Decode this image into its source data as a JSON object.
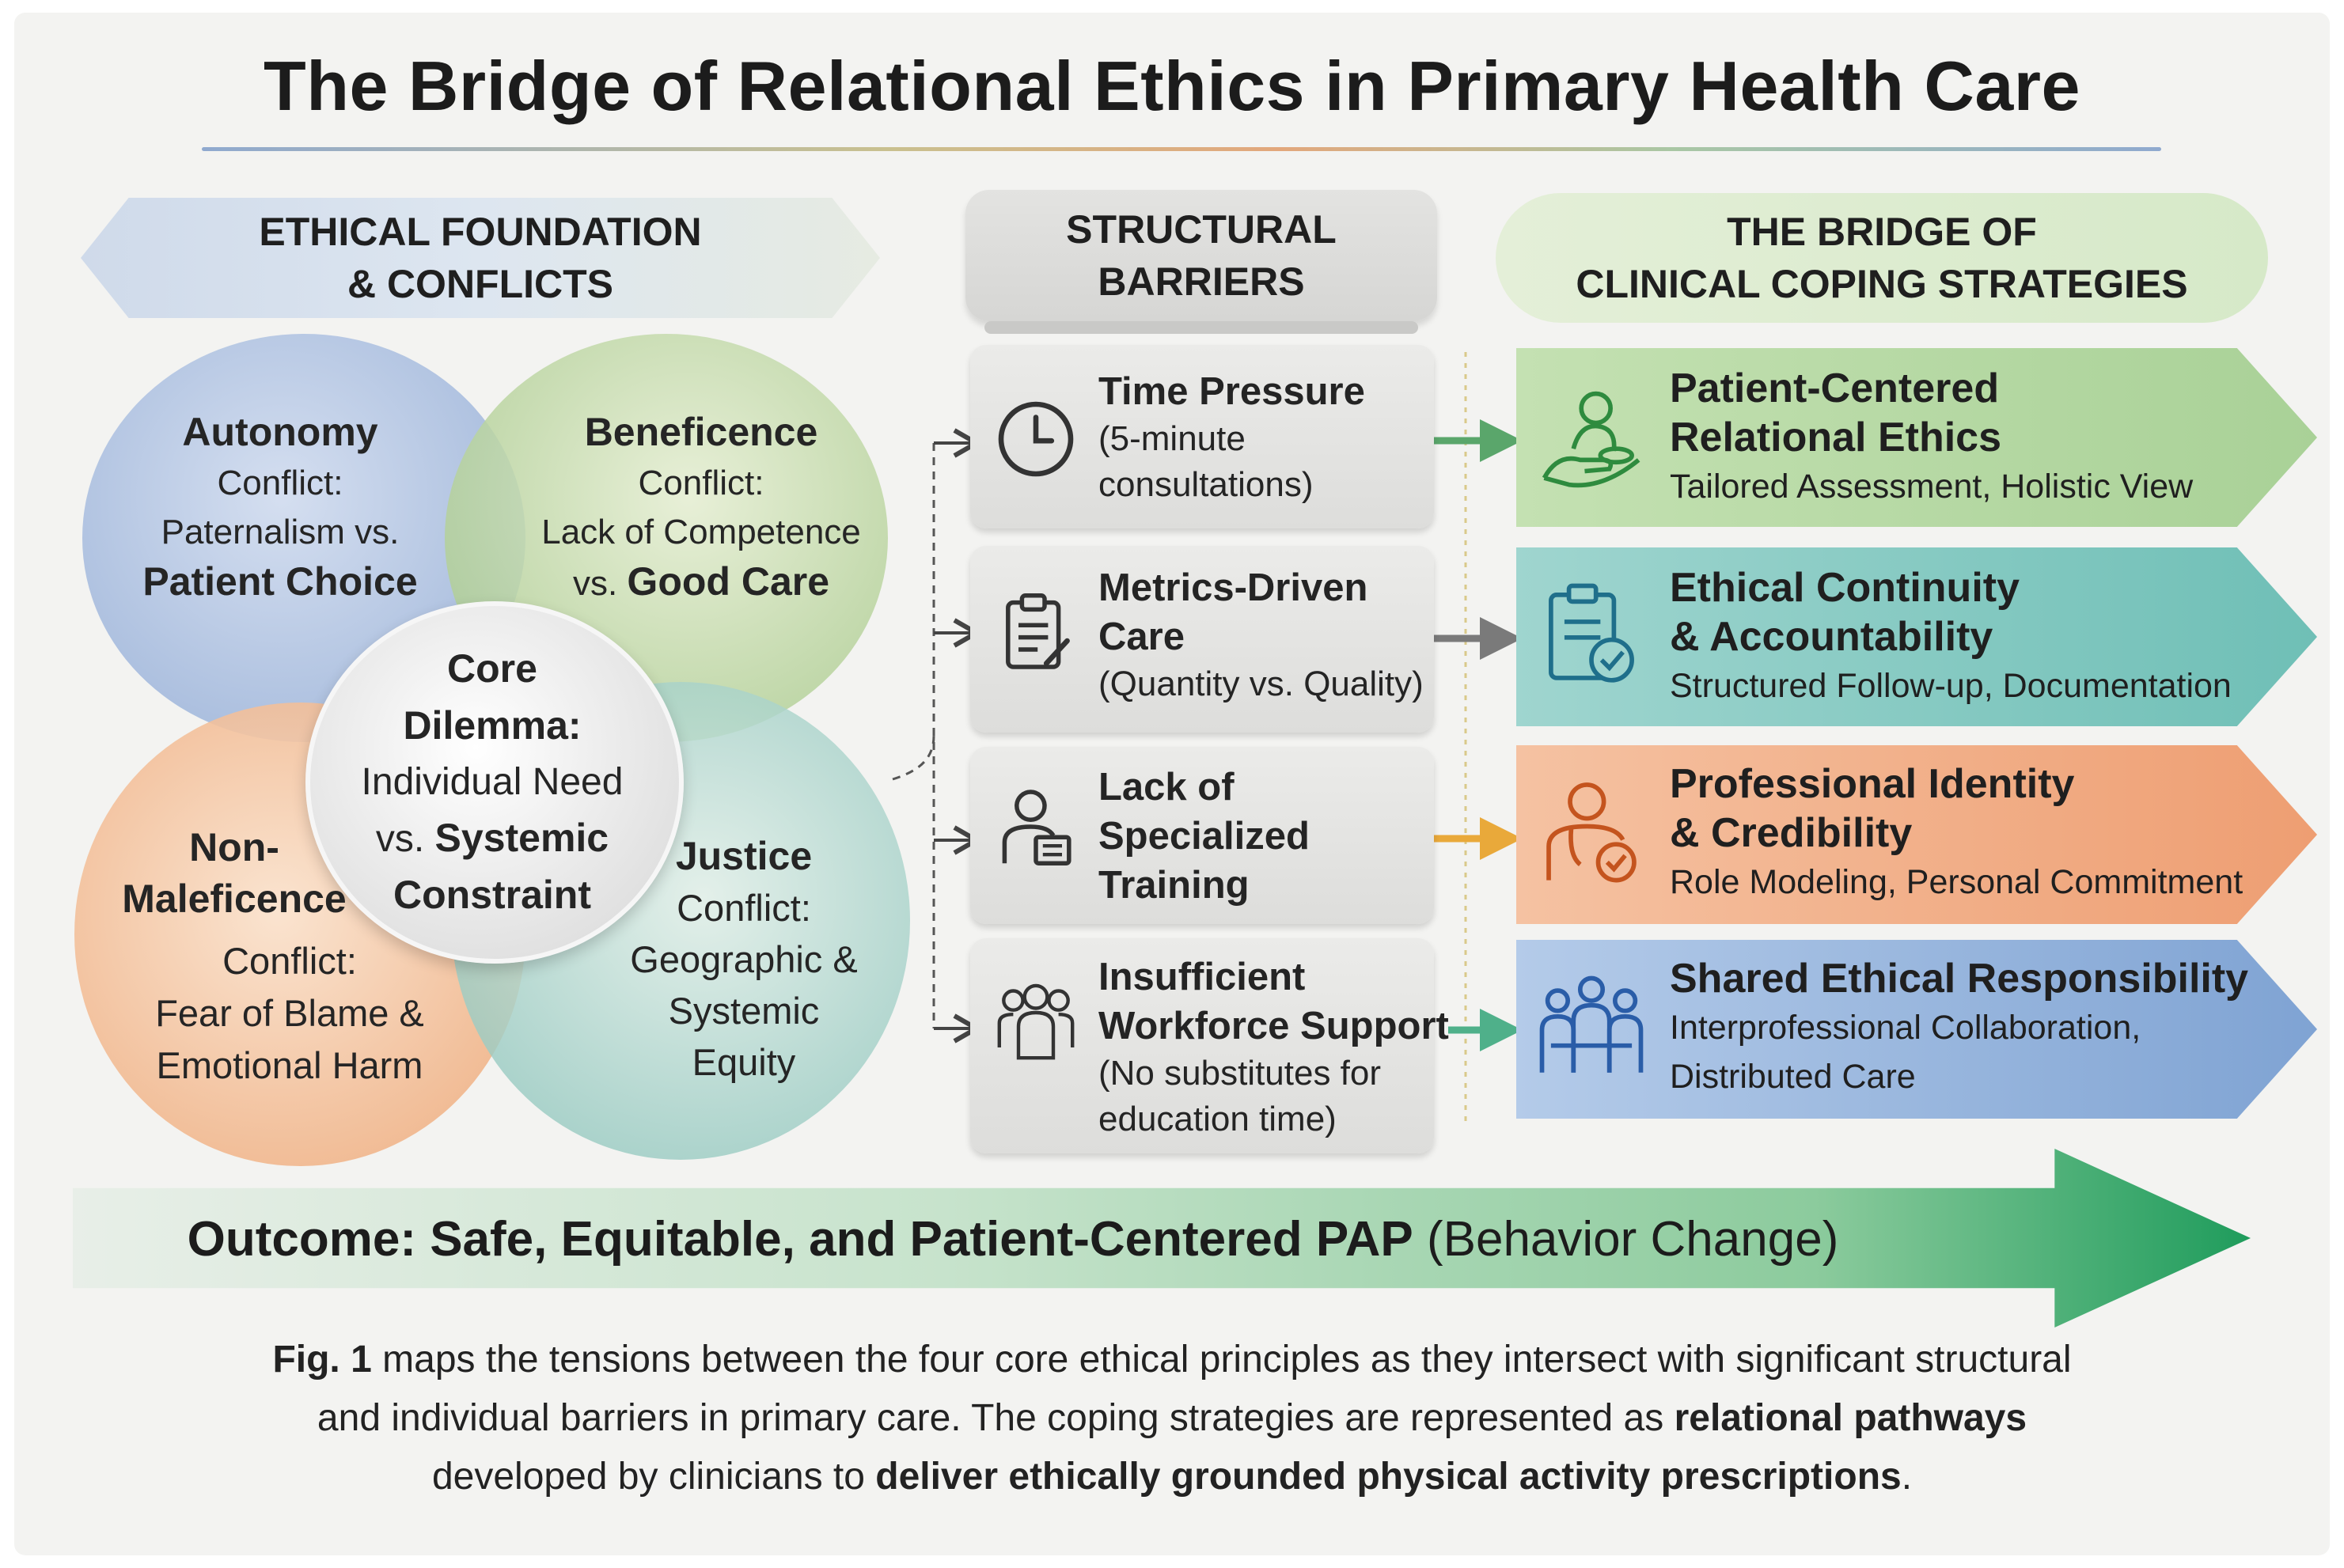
{
  "title": "The Bridge of Relational Ethics in Primary Health Care",
  "headers": {
    "foundation": [
      "ETHICAL FOUNDATION",
      "& CONFLICTS"
    ],
    "barriers": [
      "STRUCTURAL",
      "BARRIERS"
    ],
    "bridge": [
      "THE BRIDGE OF",
      "CLINICAL COPING STRATEGIES"
    ]
  },
  "principles": {
    "autonomy": {
      "name": "Autonomy",
      "line1": "Conflict:",
      "line2": "Paternalism vs.",
      "line3": "Patient Choice"
    },
    "beneficence": {
      "name": "Beneficence",
      "line1": "Conflict:",
      "line2": "Lack of Competence",
      "line3a": "vs. ",
      "line3b": "Good Care"
    },
    "non_maleficence": {
      "name1": "Non-",
      "name2": "Maleficence",
      "line1": "Conflict:",
      "line2": "Fear of Blame &",
      "line3": "Emotional Harm"
    },
    "justice": {
      "name": "Justice",
      "line1": "Conflict:",
      "line2": "Geographic &",
      "line3": "Systemic",
      "line4": "Equity"
    },
    "core": {
      "line1": "Core",
      "line2": "Dilemma:",
      "line3": "Individual Need",
      "line4a": "vs. ",
      "line4b": "Systemic",
      "line5": "Constraint"
    }
  },
  "barriers": [
    {
      "icon": "clock-icon",
      "title": [
        "Time Pressure"
      ],
      "sub": [
        "(5-minute",
        "consultations)"
      ]
    },
    {
      "icon": "clipboard-icon",
      "title": [
        "Metrics-Driven",
        "Care"
      ],
      "sub": [
        "(Quantity vs. Quality)"
      ]
    },
    {
      "icon": "trainee-icon",
      "title": [
        "Lack of",
        "Specialized",
        "Training"
      ],
      "sub": []
    },
    {
      "icon": "team-icon",
      "title": [
        "Insufficient",
        "Workforce Support"
      ],
      "sub": [
        "(No substitutes for",
        "education time)"
      ]
    }
  ],
  "strategies": [
    {
      "icon": "patient-care-icon",
      "title": [
        "Patient-Centered",
        "Relational Ethics"
      ],
      "sub": [
        "Tailored Assessment, Holistic View"
      ],
      "color": "#a9d197"
    },
    {
      "icon": "checklist-icon",
      "title": [
        "Ethical Continuity",
        "& Accountability"
      ],
      "sub": [
        "Structured Follow-up, Documentation"
      ],
      "color": "#6fbfb6"
    },
    {
      "icon": "professional-icon",
      "title": [
        "Professional Identity",
        "& Credibility"
      ],
      "sub": [
        "Role Modeling, Personal Commitment"
      ],
      "color": "#ee9e72"
    },
    {
      "icon": "collaboration-icon",
      "title": [
        "Shared Ethical Responsibility"
      ],
      "sub": [
        "Interprofessional Collaboration,",
        "Distributed Care"
      ],
      "color": "#7fa3d3"
    }
  ],
  "outcome": {
    "bold": "Outcome: Safe, Equitable, and Patient-Centered PAP",
    "rest": " (Behavior Change)"
  },
  "caption": {
    "line1_bold": "Fig. 1",
    "line1_rest": " maps the tensions between the four core ethical principles as they intersect with significant structural",
    "line2_pre": "and individual barriers in primary care. The coping strategies are represented as ",
    "line2_bold": "relational pathways",
    "line3_pre": "developed by clinicians to ",
    "line3_bold": "deliver ethically grounded physical activity prescriptions",
    "line3_end": "."
  },
  "colors": {
    "outcome_arrow": "#1f9c5c",
    "arrow_amber": "#e9a93a",
    "arrow_green": "#5aa66b",
    "arrow_grey": "#7a7a7a"
  }
}
